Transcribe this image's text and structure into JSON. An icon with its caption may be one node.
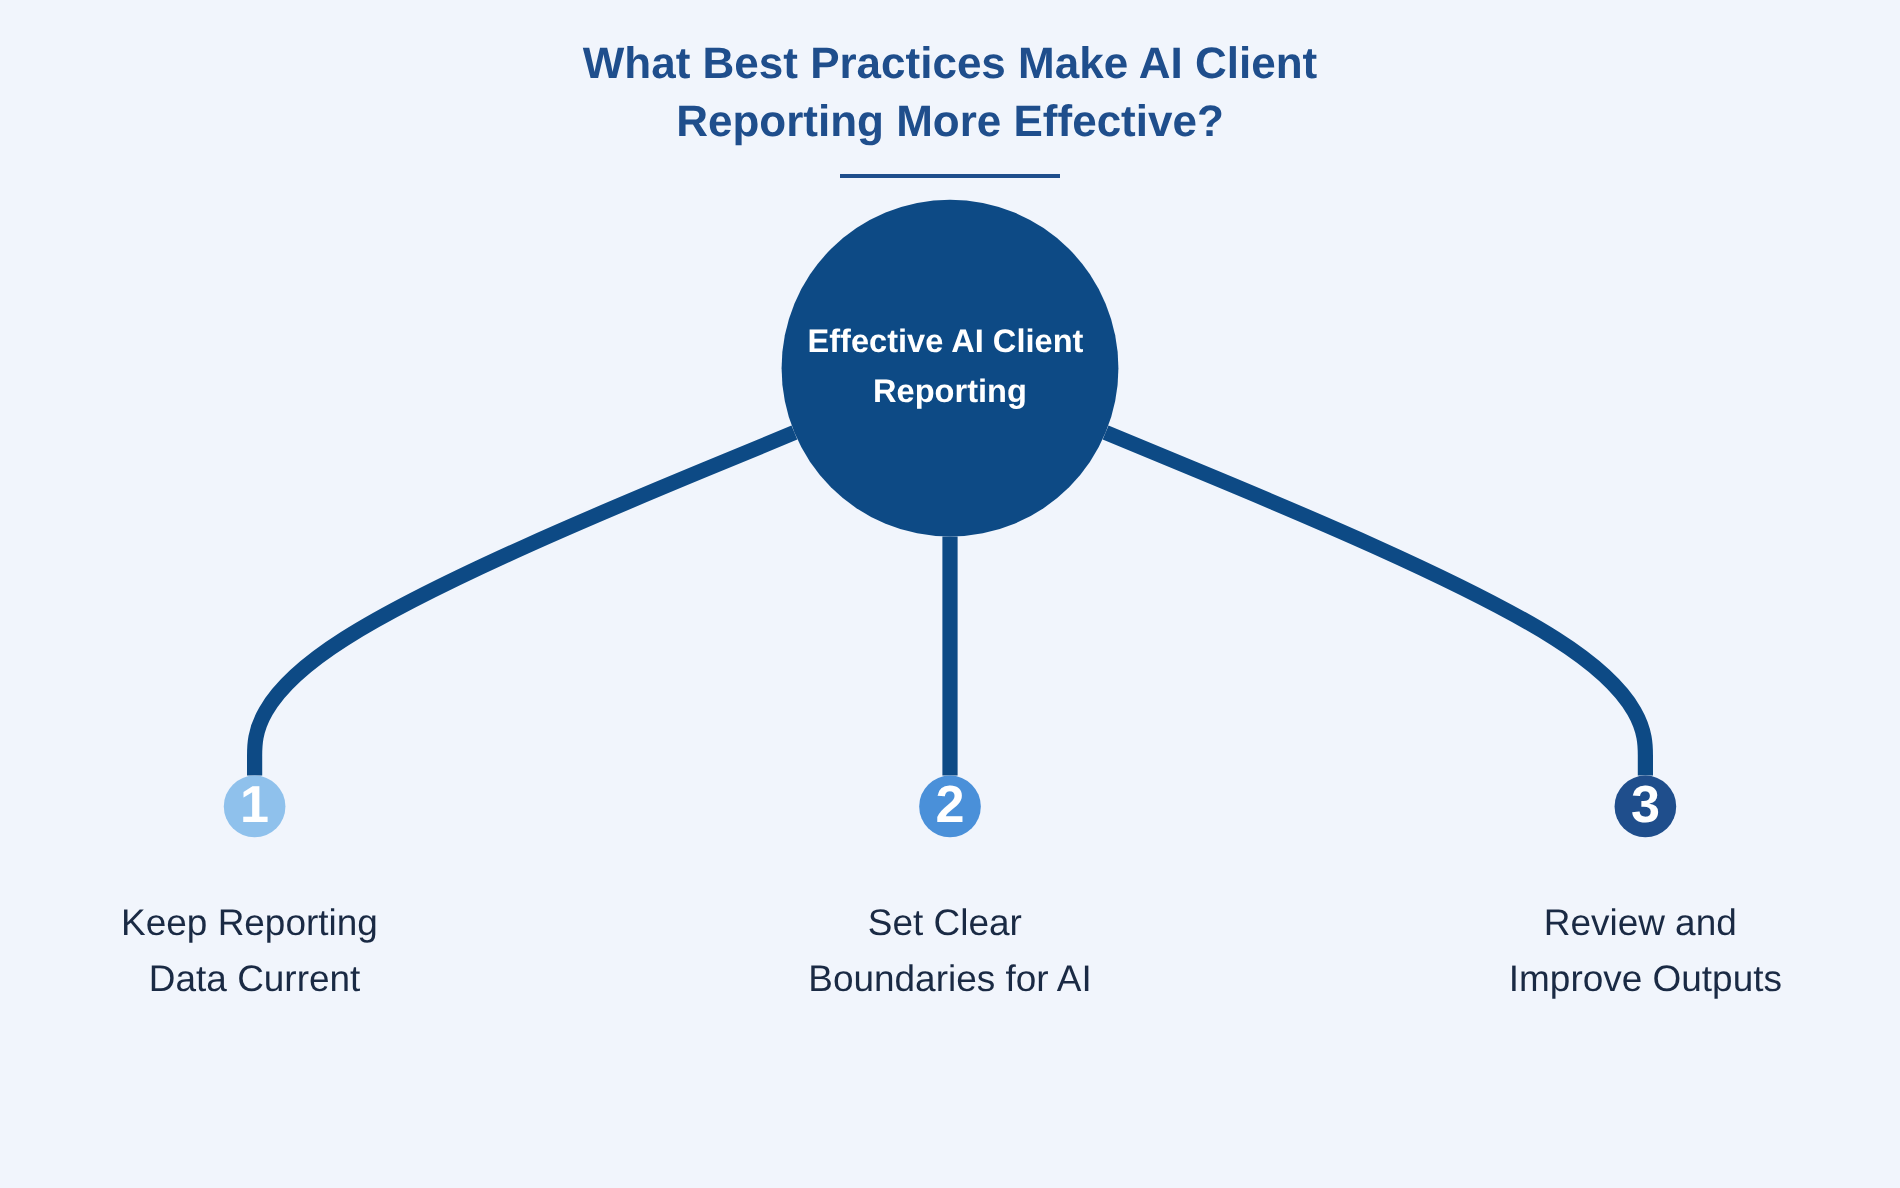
{
  "diagram": {
    "title": "What Best Practices Make AI Client Reporting More Effective?",
    "nodes": [
      {
        "text": [
          "Effective AI Client Reporting"
        ]
      },
      {
        "text": [
          "1"
        ],
        "beside": [
          "Keep Reporting Data Current"
        ]
      },
      {
        "text": [
          "2"
        ],
        "beside": [
          "Set Clear Boundaries for AI"
        ]
      },
      {
        "text": [
          "3"
        ],
        "beside": [
          "Review and Improve Outputs"
        ]
      }
    ],
    "edges": [
      {
        "from": 0,
        "to": 1,
        "arrow": "none"
      },
      {
        "from": 0,
        "to": 2,
        "arrow": "none"
      },
      {
        "from": 0,
        "to": 3,
        "arrow": "none"
      }
    ]
  }
}
